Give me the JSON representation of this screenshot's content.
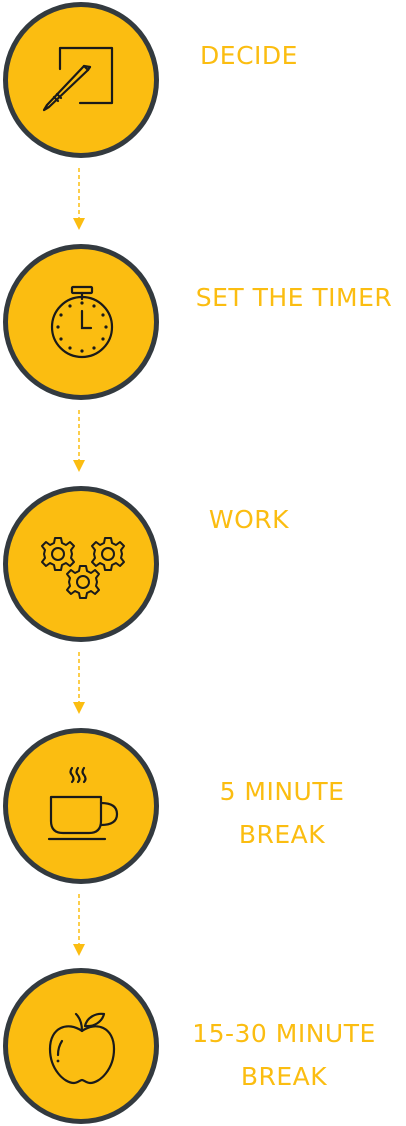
{
  "colors": {
    "accent": "#fbbd11",
    "circle_border": "#333a3f",
    "icon_stroke": "#1a1a1a"
  },
  "steps": [
    {
      "lines": [
        "DECIDE"
      ],
      "icon": "pencil-square-icon"
    },
    {
      "lines": [
        "SET THE TIMER"
      ],
      "icon": "stopwatch-icon"
    },
    {
      "lines": [
        "WORK"
      ],
      "icon": "gears-icon"
    },
    {
      "lines": [
        "5 MINUTE",
        "BREAK"
      ],
      "icon": "coffee-cup-icon"
    },
    {
      "lines": [
        "15-30 MINUTE",
        "BREAK"
      ],
      "icon": "apple-icon"
    }
  ]
}
